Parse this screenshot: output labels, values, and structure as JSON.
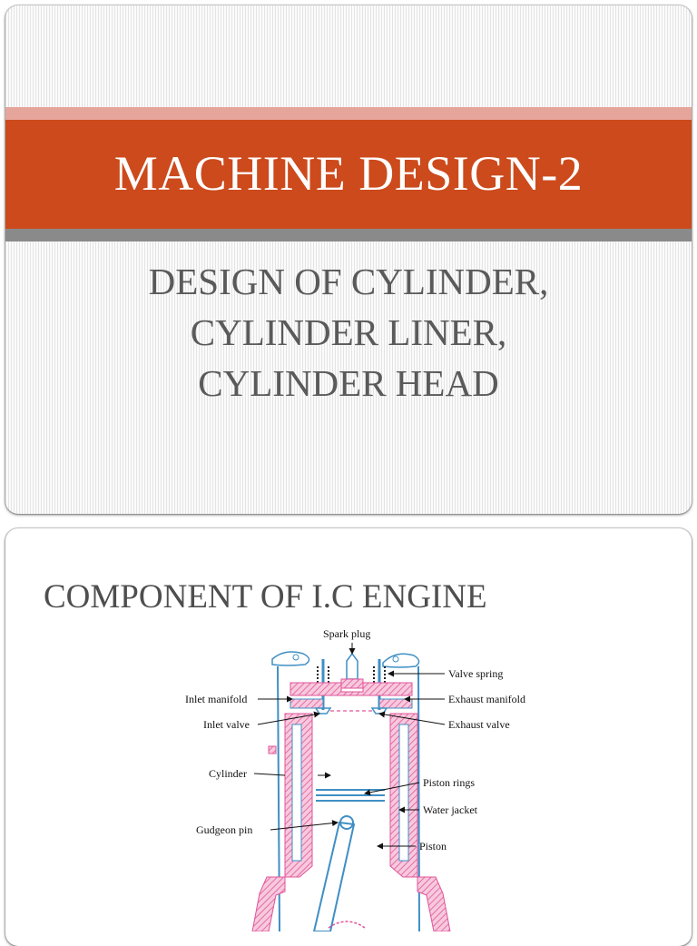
{
  "slide1": {
    "title": "MACHINE DESIGN-2",
    "subtitle_lines": [
      "DESIGN OF CYLINDER,",
      "CYLINDER LINER,",
      "CYLINDER HEAD"
    ]
  },
  "slide2": {
    "title": "COMPONENT OF I.C ENGINE",
    "labels": {
      "spark_plug": "Spark plug",
      "valve_spring": "Valve spring",
      "inlet_manifold": "Inlet manifold",
      "exhaust_manifold": "Exhaust manifold",
      "inlet_valve": "Inlet valve",
      "exhaust_valve": "Exhaust valve",
      "cylinder": "Cylinder",
      "piston_rings": "Piston rings",
      "water_jacket": "Water jacket",
      "gudgeon_pin": "Gudgeon pin",
      "piston": "Piston"
    }
  },
  "colors": {
    "band_main": "#cc4a1c",
    "band_top": "#e6a59a",
    "band_bottom": "#8a8a8a",
    "title_text": "#ffffff",
    "subtitle_text": "#5a5a5a",
    "diagram_pink": "#e0559a",
    "diagram_blue": "#3f8fc4"
  }
}
